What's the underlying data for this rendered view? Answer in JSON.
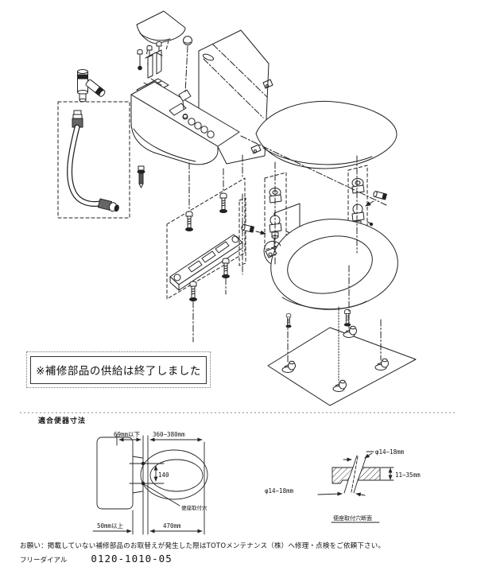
{
  "notice": {
    "text": "※補修部品の供給は終了しました"
  },
  "spec": {
    "title": "適合便器寸法",
    "plan": {
      "rear_gap": "69mm以下",
      "top_width": "360~380mm",
      "hole_pitch": "140",
      "hole_label": "便座取付穴",
      "rear_min": "50mm以上",
      "total_length": "470mm"
    },
    "section": {
      "hole_dia_top": "φ14~18mm",
      "thickness": "11~35mm",
      "hole_dia_bottom": "φ14~18mm",
      "caption": "便座取付穴断面"
    }
  },
  "footer": {
    "request": "お願い：掲載していない補修部品のお取替えが発生した際はTOTOメンテナンス（株）へ修理・点検をご依頼下さい。",
    "phone_label": "フリーダイアル",
    "phone": "0120-1010-05"
  },
  "diagram": {
    "kind": "exploded-parts-view",
    "parts": [
      "top-cover",
      "rubber-cap",
      "mounting-screws",
      "terminal-bracket",
      "mounting-back-plate",
      "main-unit",
      "water-valve",
      "supply-hose",
      "base-plate-assembly",
      "toilet-lid",
      "left-hinge-assembly",
      "right-hinge-assembly",
      "seat-ring",
      "installation-base",
      "wing-nuts"
    ]
  },
  "colors": {
    "ink": "#222222",
    "paper": "#ffffff"
  }
}
